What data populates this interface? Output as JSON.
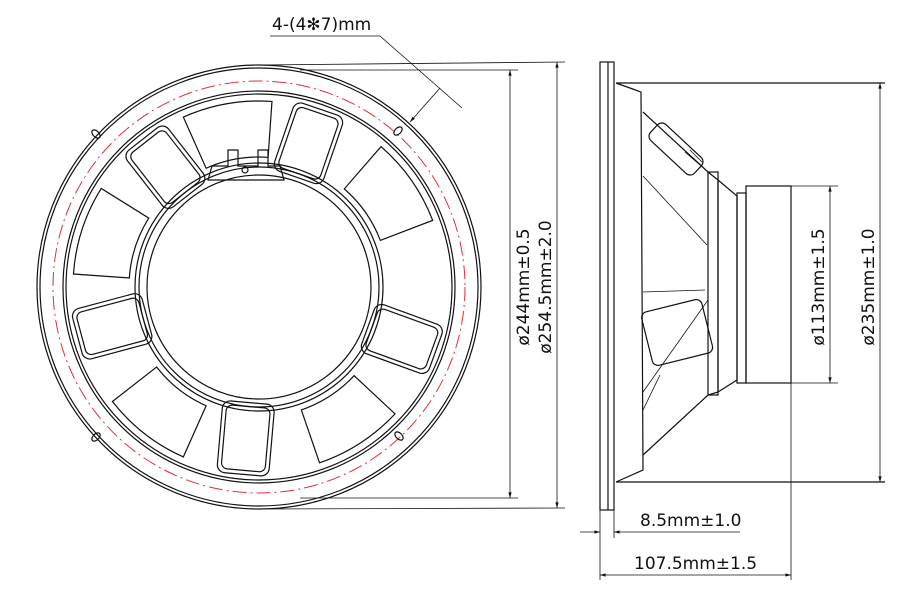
{
  "drawing": {
    "hole_callout": "4-(4✻7)mm",
    "dim_mounting_diameter": "ø244mm±0.5",
    "dim_outer_diameter": "ø254.5mm±2.0",
    "dim_magnet_diameter": "ø113mm±1.5",
    "dim_frame_diameter": "ø235mm±1.0",
    "dim_flange_thickness": "8.5mm±1.0",
    "dim_overall_depth": "107.5mm±1.5"
  }
}
